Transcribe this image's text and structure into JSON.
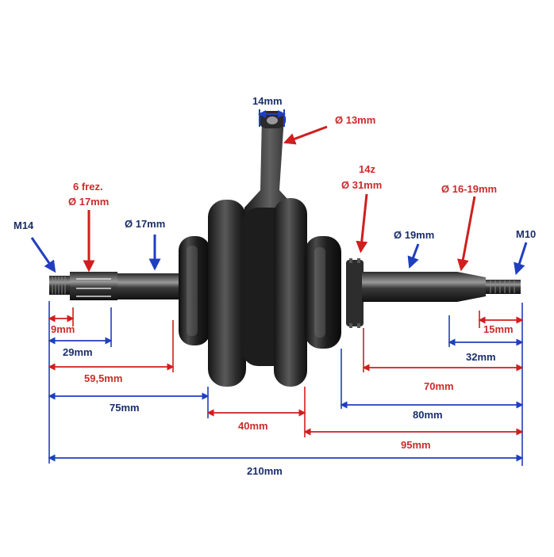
{
  "annotations": {
    "m14": "M14",
    "frez_line1": "6 frez.",
    "frez_line2": "Ø 17mm",
    "left_shaft_dia": "Ø 17mm",
    "rod_width": "14mm",
    "rod_bore": "Ø 13mm",
    "gear_line1": "14z",
    "gear_line2": "Ø 31mm",
    "right_shaft_dia": "Ø 19mm",
    "taper_dia": "Ø 16-19mm",
    "m10": "M10"
  },
  "dimensions": {
    "d9": "9mm",
    "d29": "29mm",
    "d59": "59,5mm",
    "d75": "75mm",
    "d40": "40mm",
    "d210": "210mm",
    "d15": "15mm",
    "d32": "32mm",
    "d70": "70mm",
    "d80": "80mm",
    "d95": "95mm"
  },
  "colors": {
    "blue_arrow": "#1f3fbf",
    "red_arrow": "#d01e1e",
    "blue_text": "#1a2f6b",
    "red_text": "#cc2b2b",
    "metal_dark": "#1c1c1c",
    "metal_mid": "#555555",
    "metal_light": "#b9b9b9"
  }
}
